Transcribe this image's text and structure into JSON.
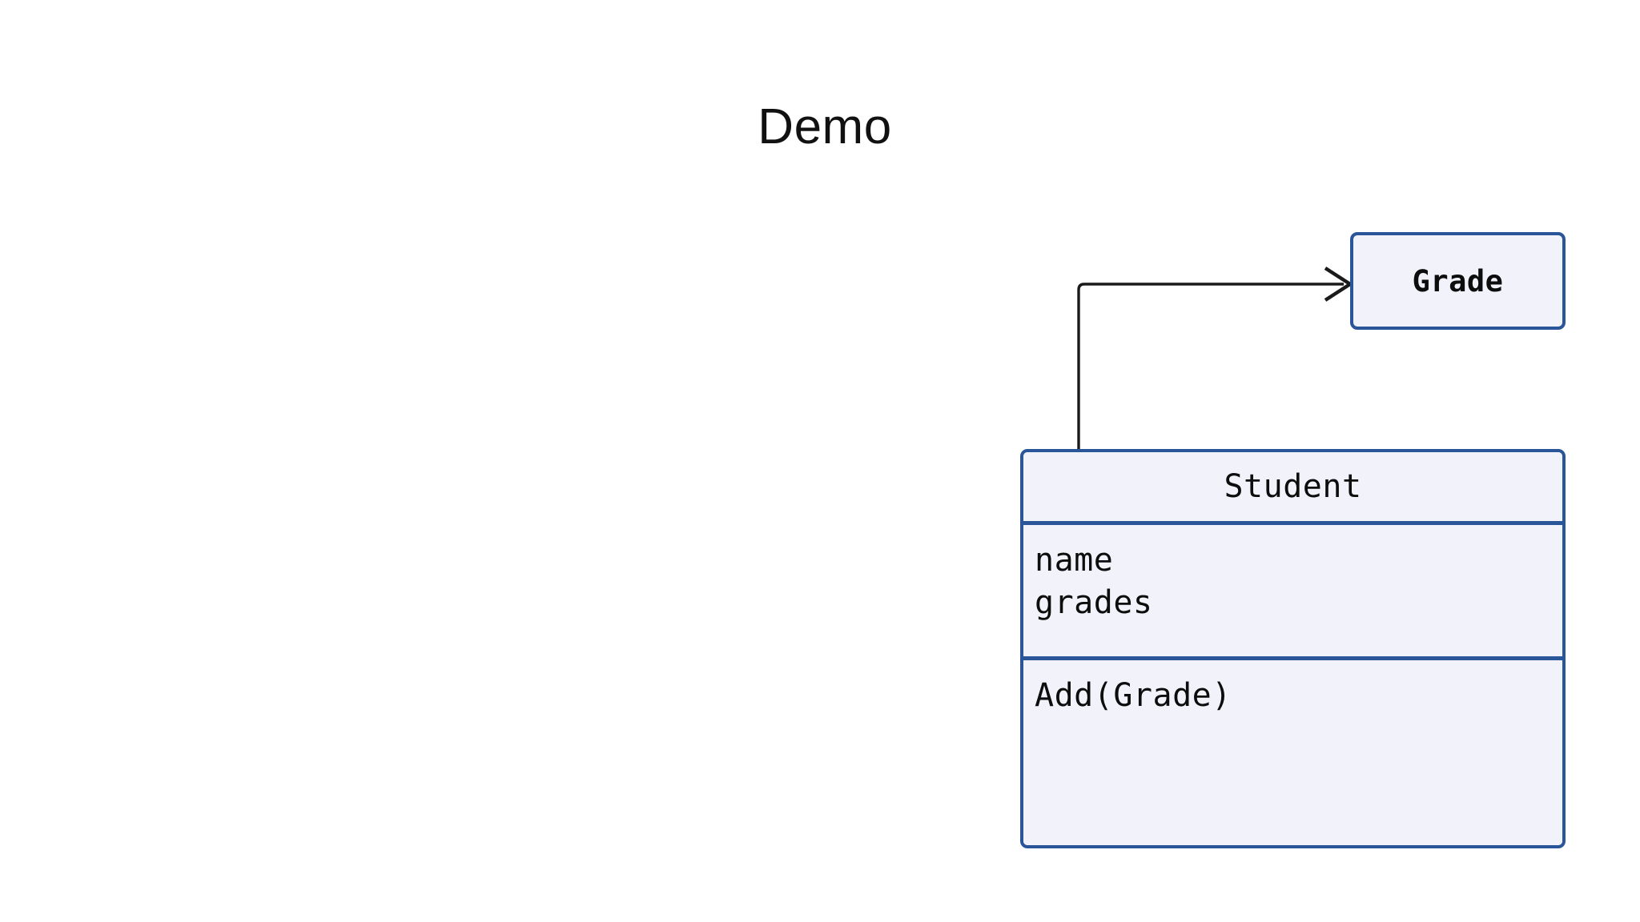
{
  "slide": {
    "title": "Demo",
    "background_color": "#ffffff"
  },
  "diagram": {
    "type": "uml-class-diagram",
    "style": {
      "box_fill": "#f2f2fb",
      "box_border": "#2a5599",
      "text_color": "#0d0d0d",
      "connector_color": "#1a1a1a"
    },
    "classes": [
      {
        "id": "grade",
        "name": "Grade",
        "attributes": [],
        "methods": [],
        "bold_title": true
      },
      {
        "id": "student",
        "name": "Student",
        "attributes": [
          "name",
          "grades"
        ],
        "methods": [
          "Add(Grade)"
        ],
        "bold_title": false
      }
    ],
    "relationships": [
      {
        "id": "student-uses-grade",
        "from": "student",
        "to": "grade",
        "kind": "association",
        "arrowhead": "open-v",
        "routing": "orthogonal"
      }
    ]
  }
}
